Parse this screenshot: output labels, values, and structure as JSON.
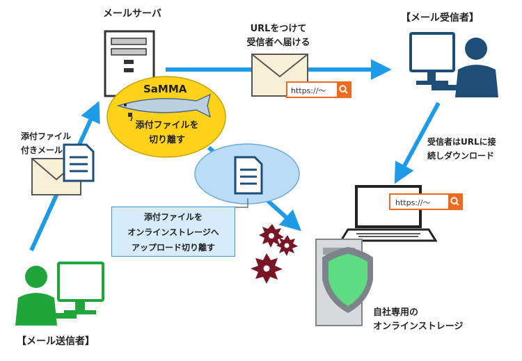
{
  "labels": {
    "mail_server": "メールサーバ",
    "url_note": [
      "URLをつけて",
      "受信者へ届ける"
    ],
    "receiver": "【メール受信者】",
    "attach_mail": [
      "添付ファイル",
      "付きメール"
    ],
    "samma_title": "SaMMA",
    "samma_body": [
      "添付ファイルを",
      "切り離す"
    ],
    "receiver_note": [
      "受信者はURLに接",
      "続しダウンロード"
    ],
    "callout": [
      "添付ファイルを",
      "オンラインストレージへ",
      "アップロード切り離す"
    ],
    "storage": [
      "自社専用の",
      "オンラインストレージ"
    ],
    "sender": "【メール送信者】",
    "url_text": "https://～",
    "url_text_laptop": "https://～"
  },
  "colors": {
    "arrow": "#1e9be8",
    "samma_fill": "#ffd21a",
    "receiver_person": "#1d4e78",
    "sender_person": "#1fa53a",
    "search_button": "#ef6a1e",
    "shield": "#5ddc82",
    "virus": "#7a1526",
    "server_gray": "#9aa0a6"
  },
  "icons": [
    "server-icon",
    "envelope-icon",
    "document-icon",
    "search-icon",
    "person-icon",
    "monitor-icon",
    "laptop-icon",
    "shield-icon",
    "virus-icon",
    "fish-icon"
  ]
}
